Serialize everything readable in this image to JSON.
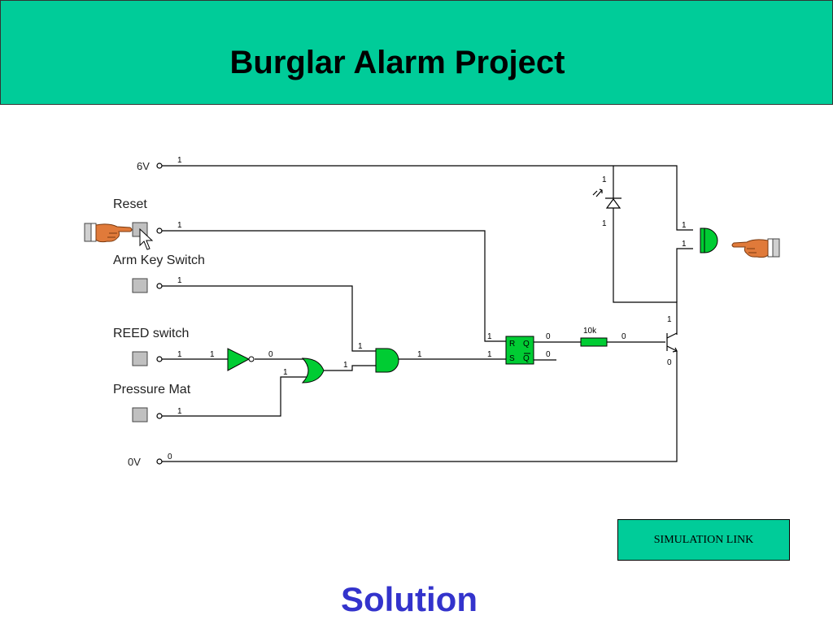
{
  "title": "Burglar Alarm Project",
  "colors": {
    "header_bg": "#00CC99",
    "gate_green": "#00CC33",
    "switch_gray": "#C0C0C0",
    "solution_blue": "#3333CC",
    "wire": "#000000"
  },
  "circuit": {
    "inputs": {
      "supply_6v": "6V",
      "reset": "Reset",
      "arm_key": "Arm Key Switch",
      "reed": "REED switch",
      "pressure": "Pressure Mat",
      "ground_0v": "0V"
    },
    "logic_levels": {
      "l6v": "1",
      "lreset": "1",
      "larm": "1",
      "lreed_a": "1",
      "lreed_b": "1",
      "lnot_out": "0",
      "lor_in2": "1",
      "lor_out": "1",
      "land_in1": "1",
      "land_out": "1",
      "lff_r": "1",
      "lff_s": "1",
      "lff_q": "0",
      "lff_qbar": "0",
      "lres_out": "0",
      "lpress": "1",
      "l0v": "0",
      "lled_top": "1",
      "lled_bottom": "1",
      "lbuzz_a": "1",
      "lbuzz_b": "1",
      "ltr_c": "1",
      "ltr_e": "0"
    },
    "resistor": "10k",
    "flipflop": {
      "r": "R",
      "s": "S",
      "q": "Q",
      "qbar": "Q"
    }
  },
  "simulation_link": "SIMULATION LINK",
  "solution": "Solution",
  "icons": [
    "pointing-hand-icon",
    "mouse-cursor-icon",
    "led-icon",
    "buzzer-icon",
    "transistor-icon"
  ]
}
